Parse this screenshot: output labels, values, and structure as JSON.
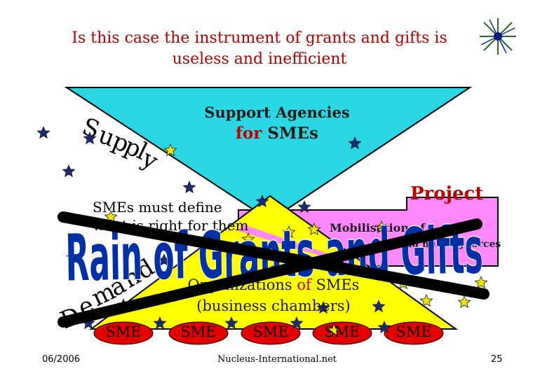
{
  "title": "Is this case the instrument of grants and gifts is useless and inefficient",
  "supply_letters": [
    "S",
    "u",
    "p",
    "p",
    "l",
    "y"
  ],
  "demand_letters": [
    "D",
    "e",
    "m",
    "a",
    "n",
    "d"
  ],
  "agencies": {
    "line1": "Support Agencies",
    "for": "for",
    "smes": "SMEs"
  },
  "sme_define": "SMEs must define what is right for them",
  "project": "Project",
  "mobilisation": "Mobilisation of",
  "helping": "and helping forces",
  "organizations": {
    "line1_pre": "Organizations",
    "of": "of",
    "line1_post": "SMEs",
    "line2": "(business chambers)"
  },
  "sme_nodes": [
    "SME",
    "SME",
    "SME",
    "SME",
    "SME"
  ],
  "rain_text": "Rain of Grants and Gifts",
  "footer": {
    "date": "06/2006",
    "site": "Nucleus-International.net",
    "page": "25"
  },
  "colors": {
    "top_triangle": "#2ad8e4",
    "bottom_triangle": "#ffff00",
    "project_box": "#ff88ff",
    "sme_ellipse": "#e20000",
    "title": "#b40000",
    "rain_text": "#0030a8",
    "star_blue": "#1a2a78",
    "star_yellow": "#f2e600",
    "cross": "#000000"
  },
  "icons": {
    "ornament": "compass-star-icon",
    "star": "star-icon"
  }
}
